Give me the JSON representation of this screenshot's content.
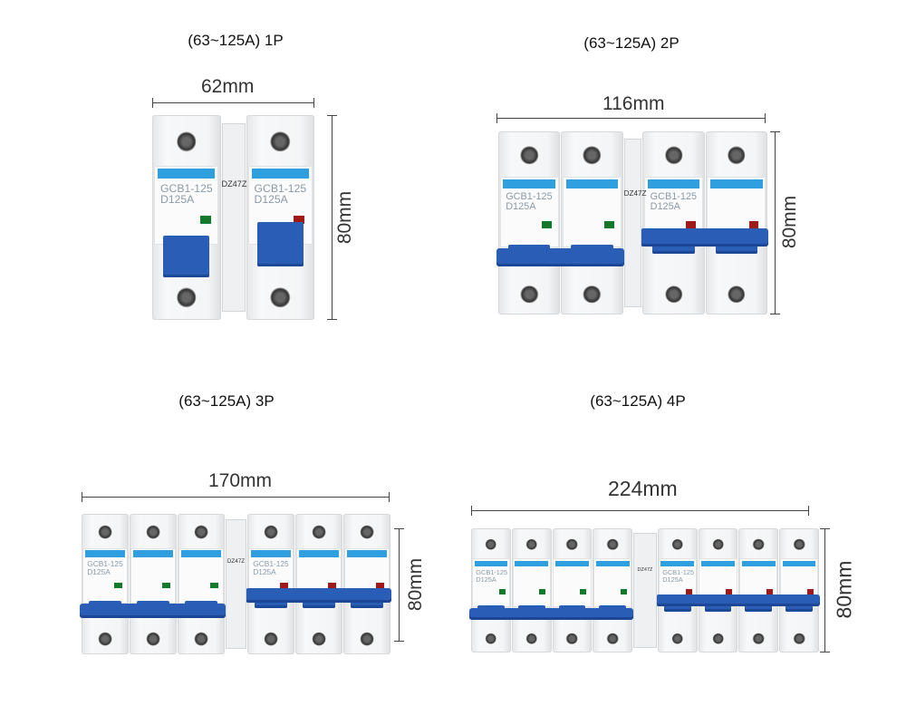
{
  "panels": [
    {
      "title": "(63~125A) 1P",
      "width_label": "62mm",
      "height_label": "80mm",
      "poles": 1
    },
    {
      "title": "(63~125A) 2P",
      "width_label": "116mm",
      "height_label": "80mm",
      "poles": 2
    },
    {
      "title": "(63~125A) 3P",
      "width_label": "170mm",
      "height_label": "80mm",
      "poles": 3
    },
    {
      "title": "(63~125A) 4P",
      "width_label": "224mm",
      "height_label": "80mm",
      "poles": 4
    }
  ],
  "product_labels": {
    "model": "GCB1-125",
    "rating": "D125A",
    "aux_model": "DZ47Z"
  },
  "colors": {
    "handle": "#2a5db5",
    "stripe": "#2f9fe0",
    "on_indicator": "#a01818",
    "off_indicator": "#137a2b"
  }
}
